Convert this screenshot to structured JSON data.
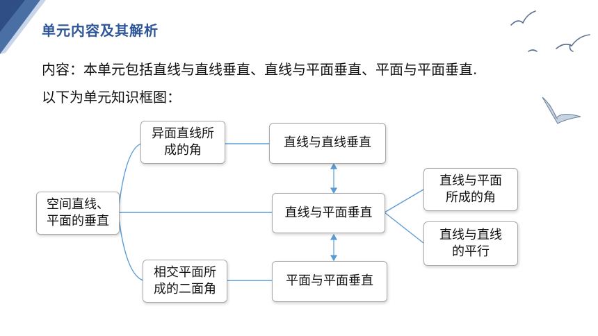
{
  "header": {
    "title": "单元内容及其解析"
  },
  "content": {
    "line1": "内容：本单元包括直线与直线垂直、直线与平面垂直、平面与平面垂直.",
    "line2": "以下为单元知识框图："
  },
  "diagram": {
    "root": "空间直线、\n平面的垂直",
    "skew_angle": "异面直线所\n成的角",
    "dihedral_angle": "相交平面所\n成的二面角",
    "line_line_perp": "直线与直线垂直",
    "line_plane_perp": "直线与平面垂直",
    "plane_plane_perp": "平面与平面垂直",
    "line_plane_angle": "直线与平面\n所成的角",
    "line_line_parallel": "直线与直线\n的平行"
  },
  "colors": {
    "accent": "#2E5597",
    "connector": "#5B9BD5",
    "box_border": "#a8a8a8"
  }
}
